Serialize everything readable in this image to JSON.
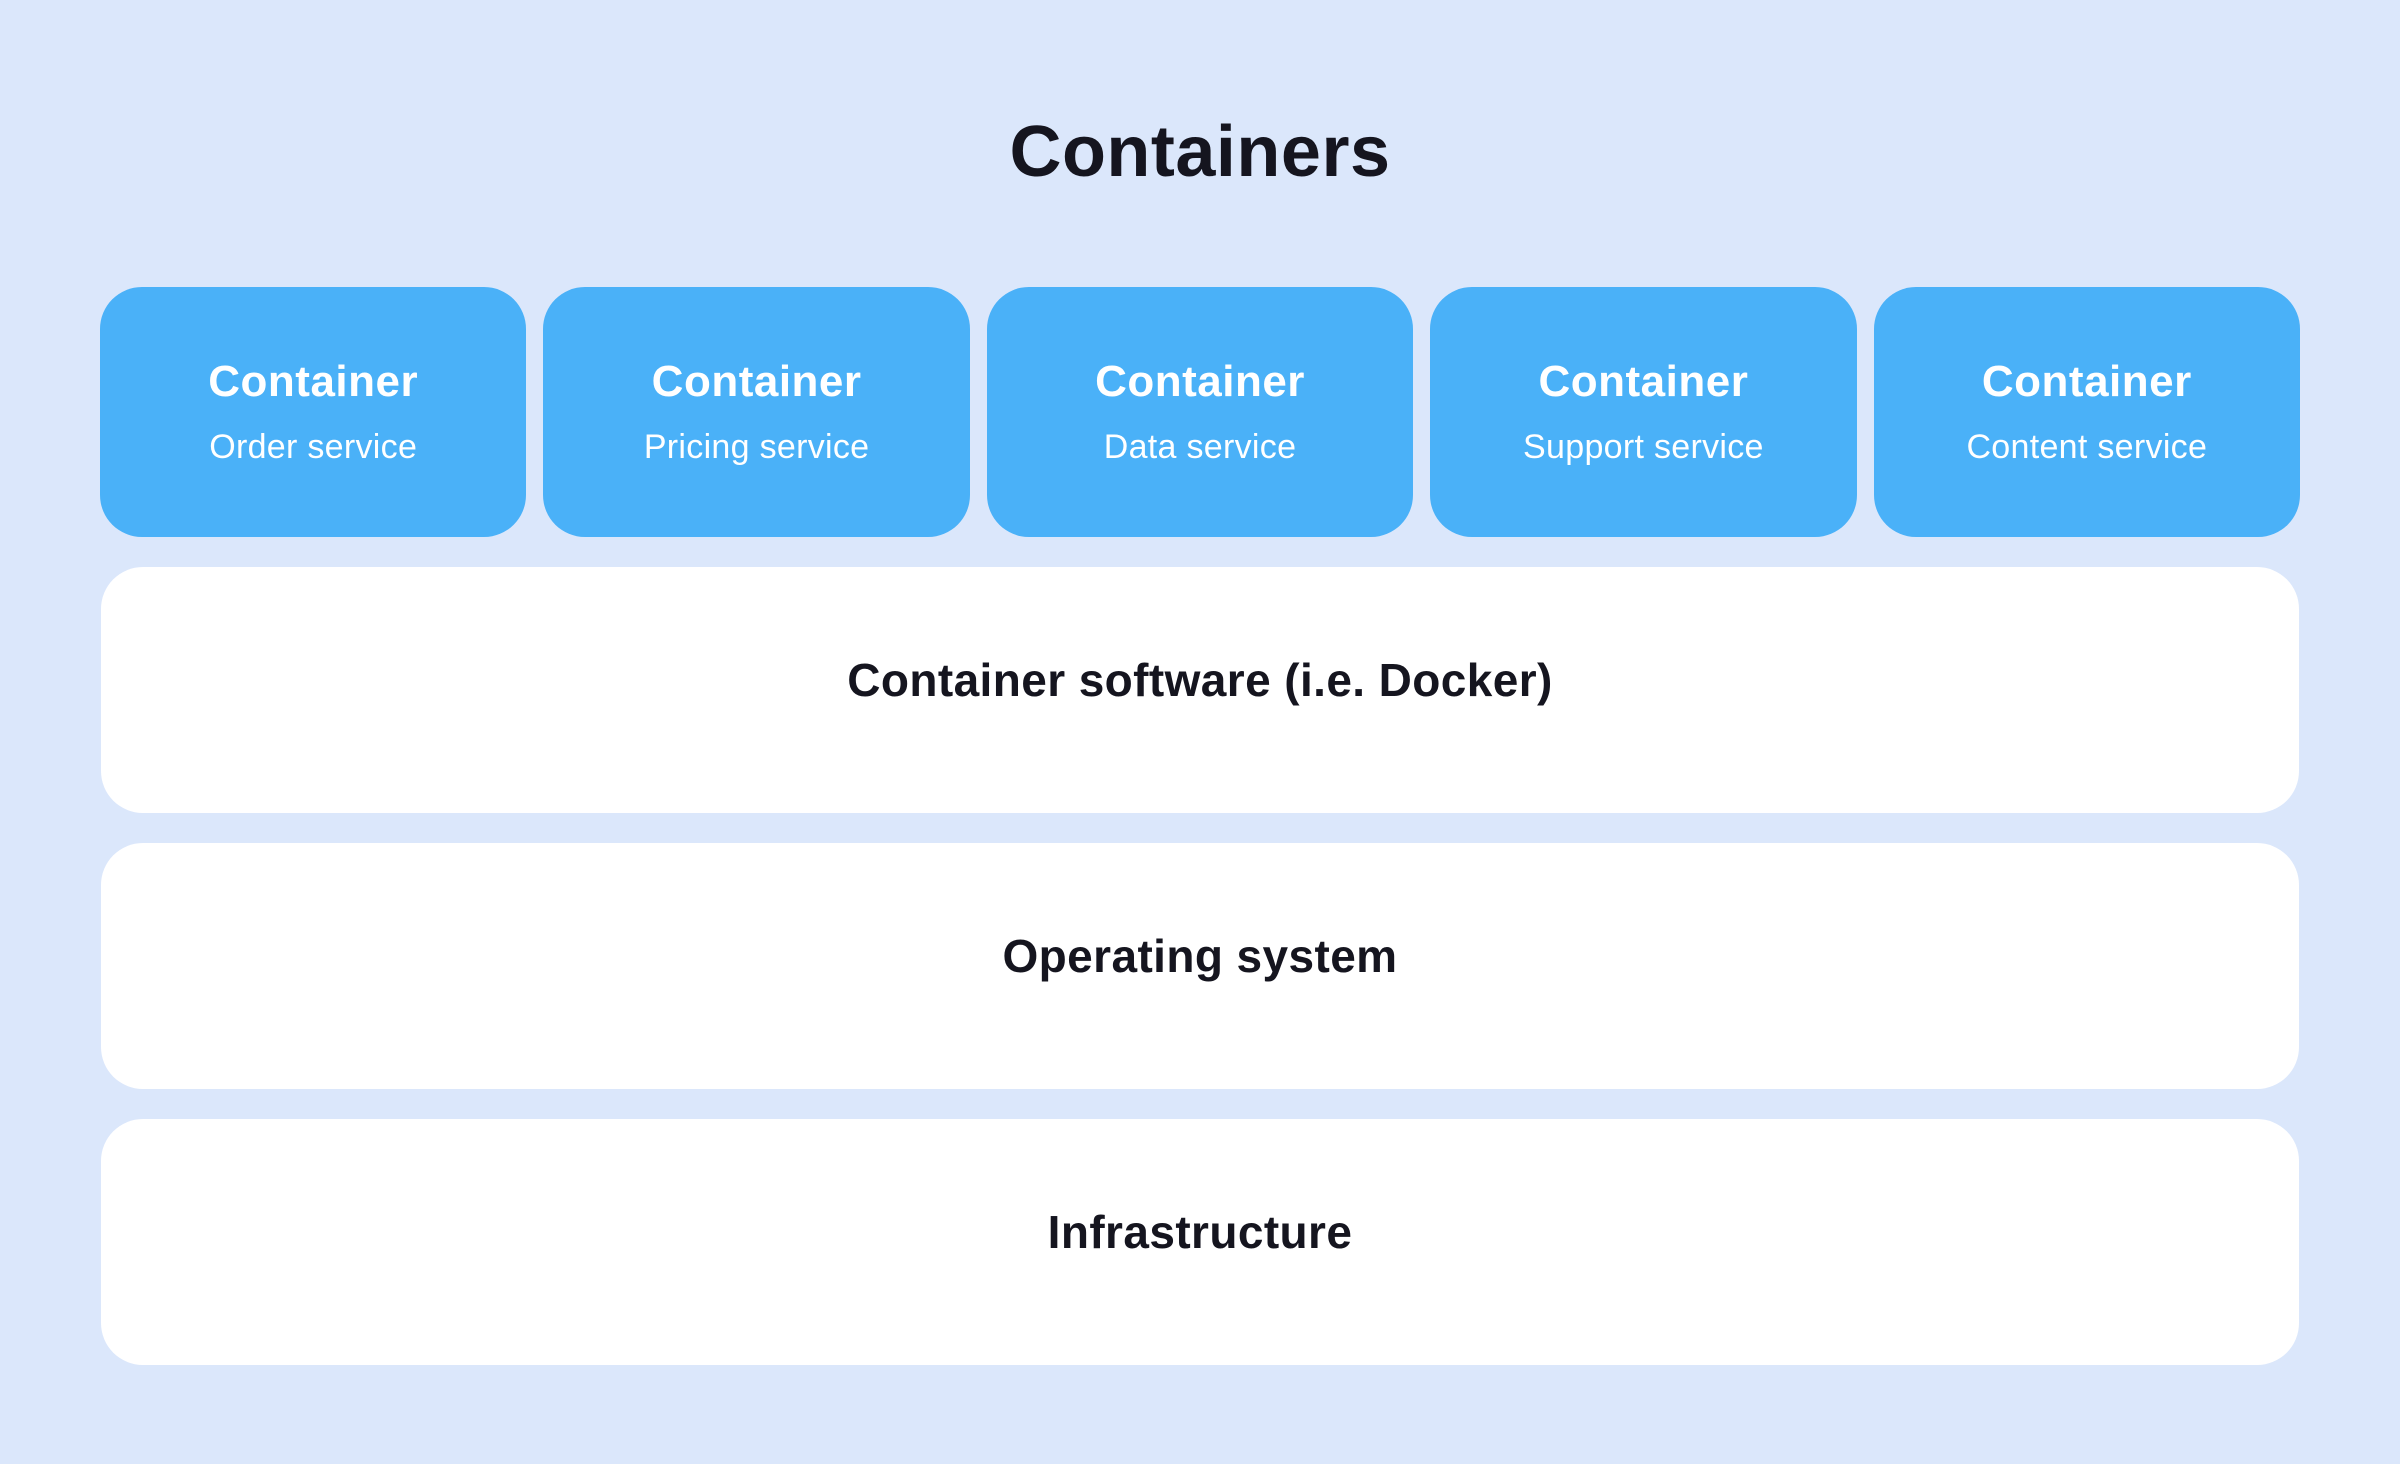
{
  "page": {
    "title": "Containers"
  },
  "containers": {
    "items": [
      {
        "title": "Container",
        "subtitle": "Order service"
      },
      {
        "title": "Container",
        "subtitle": "Pricing service"
      },
      {
        "title": "Container",
        "subtitle": "Data service"
      },
      {
        "title": "Container",
        "subtitle": "Support service"
      },
      {
        "title": "Container",
        "subtitle": "Content service"
      }
    ]
  },
  "layers": [
    {
      "label": "Container software (i.e. Docker)"
    },
    {
      "label": "Operating system"
    },
    {
      "label": "Infrastructure"
    }
  ],
  "colors": {
    "background": "#dbe7fb",
    "container_box": "#4ab1f8",
    "container_text": "#ffffff",
    "layer_box": "#ffffff",
    "dark_text": "#15151f"
  }
}
